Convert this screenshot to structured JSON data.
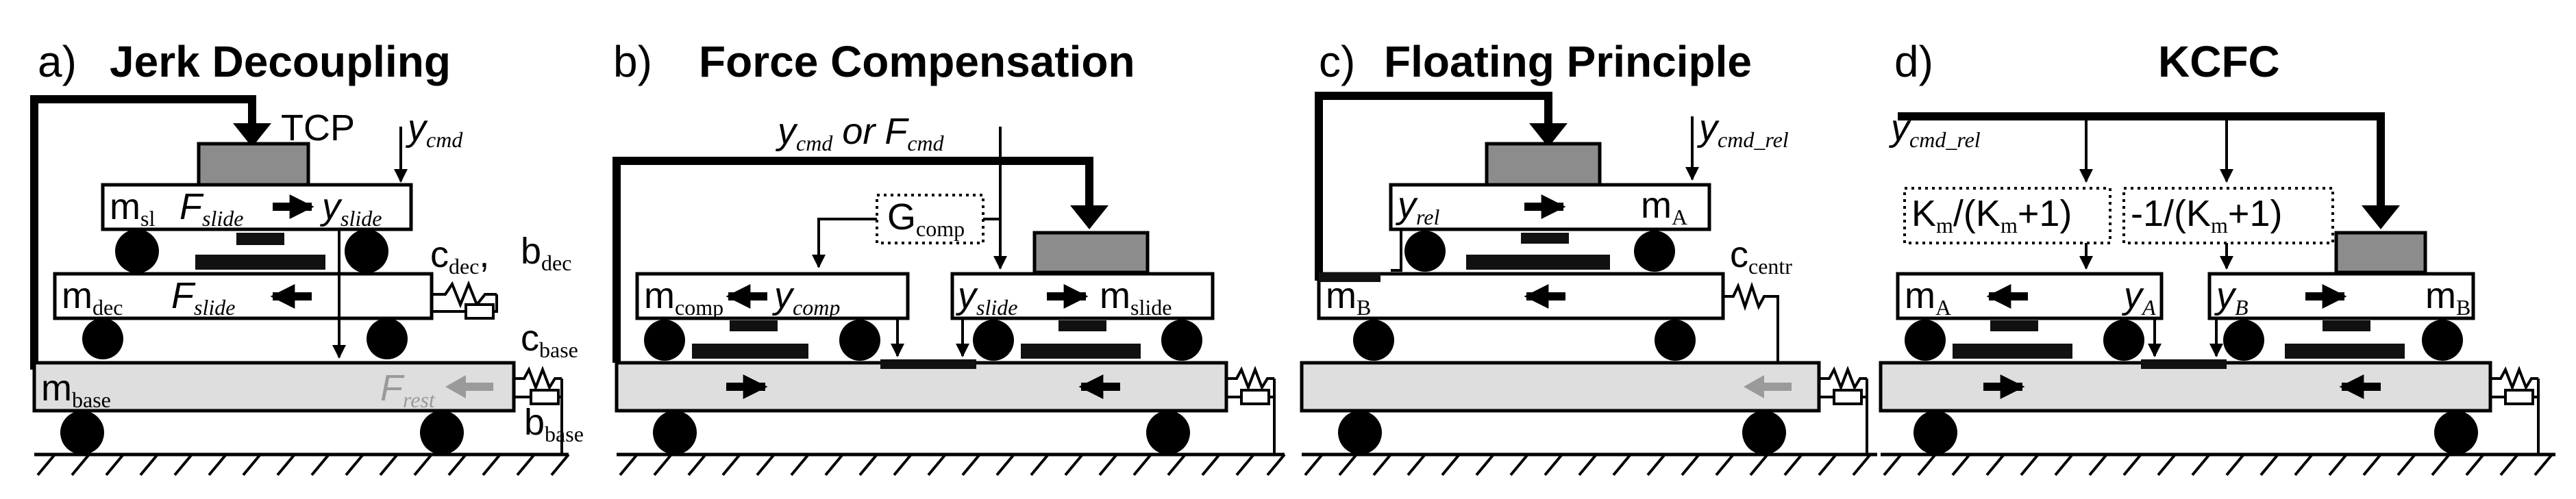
{
  "panels": [
    {
      "label": "a)",
      "title": "Jerk Decoupling"
    },
    {
      "label": "b)",
      "title": "Force Compensation"
    },
    {
      "label": "c)",
      "title": "Floating Principle"
    },
    {
      "label": "d)",
      "title": "KCFC"
    }
  ],
  "a": {
    "tcp": "TCP",
    "y": "y",
    "cmd": "cmd",
    "m": "m",
    "sl": "sl",
    "dec": "dec",
    "base": "base",
    "F": "F",
    "slide": "slide",
    "rest": "rest",
    "c": "c",
    "b": "b",
    "comma": ","
  },
  "b": {
    "y": "y",
    "cmd": "cmd",
    "or": "or",
    "F": "F",
    "G": "G",
    "comp": "comp",
    "m": "m",
    "slide": "slide"
  },
  "c": {
    "y": "y",
    "cmd_rel": "cmd_rel",
    "rel": "rel",
    "m": "m",
    "A": "A",
    "B": "B",
    "c": "c",
    "centr": "centr"
  },
  "d": {
    "y": "y",
    "cmd_rel": "cmd_rel",
    "k1": "K",
    "k1sub": "m",
    "k1mid": "/(K",
    "k1sub2": "m",
    "k1end": "+1)",
    "k2": "-1/(K",
    "k2sub": "m",
    "k2end": "+1)",
    "m": "m",
    "A": "A",
    "B": "B"
  },
  "colors": {
    "base_fill": "#dedede",
    "dark_block": "#8c8c8c",
    "rest_arrow": "#9a9a9a"
  }
}
